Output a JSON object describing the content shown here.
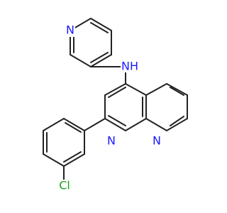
{
  "colors": {
    "bond": "#222222",
    "nitrogen": "#1a1aff",
    "chlorine": "#1aa01a",
    "background": "#ffffff"
  },
  "labels": {
    "pyridine_n": "N",
    "amine_n": "N",
    "amine_h": "H",
    "ring_n1": "N",
    "ring_n8": "N",
    "chlorine": "Cl"
  }
}
